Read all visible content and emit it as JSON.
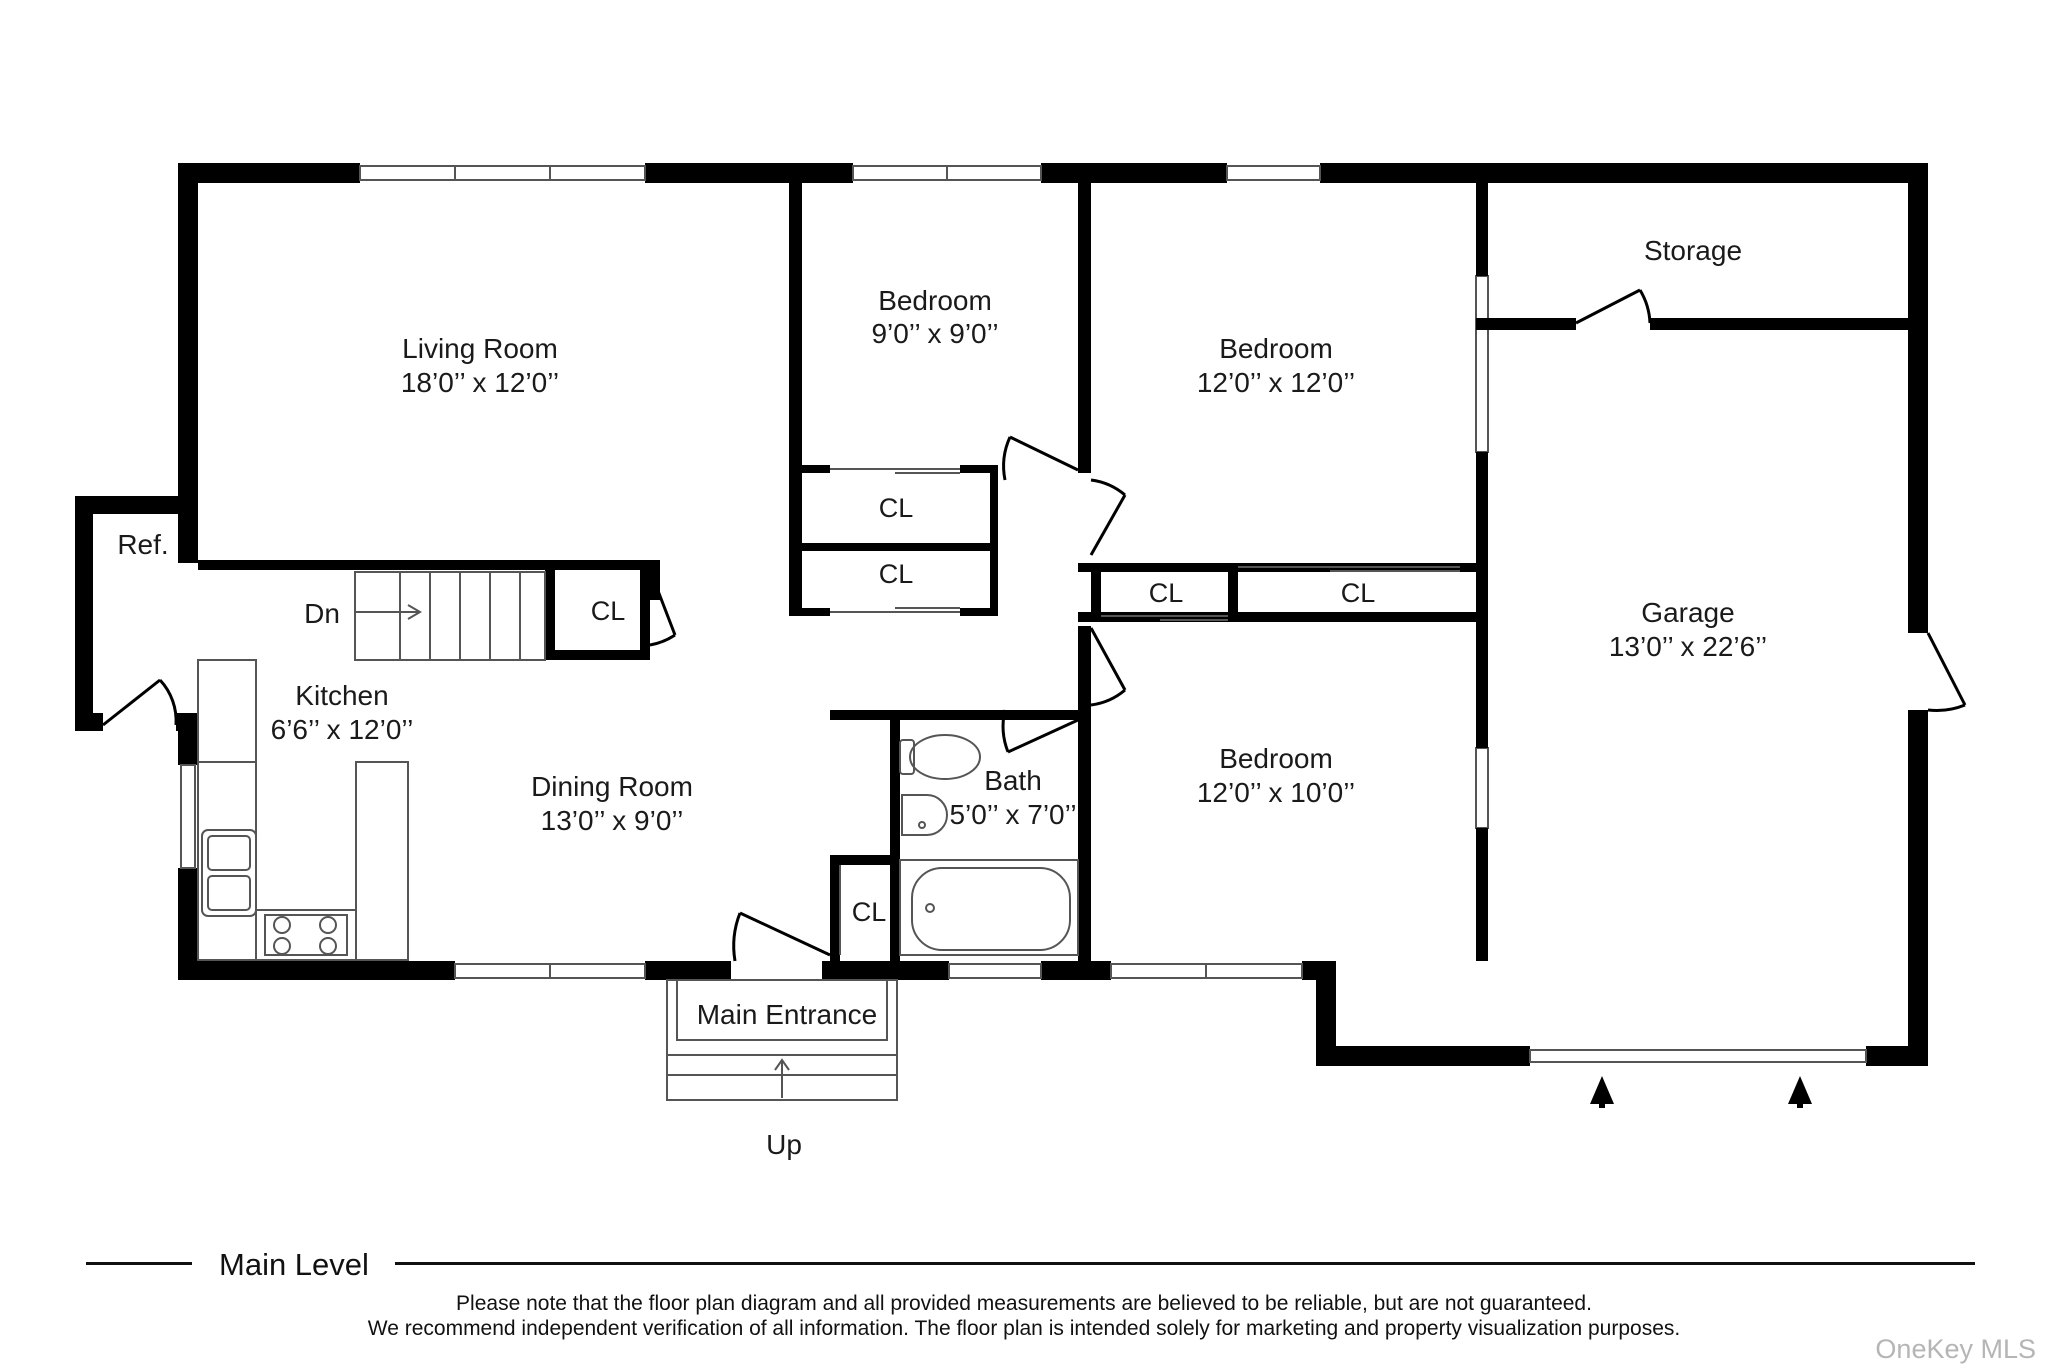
{
  "rooms": {
    "living_room": {
      "name": "Living Room",
      "size": "18’0’’ x 12’0’’"
    },
    "bedroom_small": {
      "name": "Bedroom",
      "size": "9’0’’ x 9’0’’"
    },
    "bedroom_mid": {
      "name": "Bedroom",
      "size": "12’0’’ x 12’0’’"
    },
    "bedroom_lower": {
      "name": "Bedroom",
      "size": "12’0’’ x 10’0’’"
    },
    "storage": {
      "name": "Storage"
    },
    "garage": {
      "name": "Garage",
      "size": "13’0’’ x 22’6’’"
    },
    "kitchen": {
      "name": "Kitchen",
      "size": "6’6’’ x 12’0’’"
    },
    "dining_room": {
      "name": "Dining Room",
      "size": "13’0’’ x 9’0’’"
    },
    "bath": {
      "name": "Bath",
      "size": "5’0’’ x 7’0’’"
    },
    "ref": {
      "name": "Ref."
    },
    "stairs_down": {
      "name": "Dn"
    },
    "main_entrance": {
      "name": "Main Entrance"
    },
    "entrance_up": {
      "name": "Up"
    },
    "closets": {
      "closet_a": "CL",
      "closet_b": "CL",
      "closet_c": "CL",
      "closet_d": "CL",
      "closet_e": "CL",
      "closet_f": "CL"
    }
  },
  "level": "Main Level",
  "disclaimer": {
    "line1": "Please note that the floor plan diagram and all provided measurements are believed to be reliable, but are not guaranteed.",
    "line2": "We recommend independent verification of all information. The floor plan is intended solely for marketing and property visualization purposes."
  },
  "watermark": "OneKey MLS",
  "colors": {
    "wall": "#000000",
    "fixture": "#555555",
    "background": "#ffffff",
    "watermark": "#b5b5b5"
  }
}
